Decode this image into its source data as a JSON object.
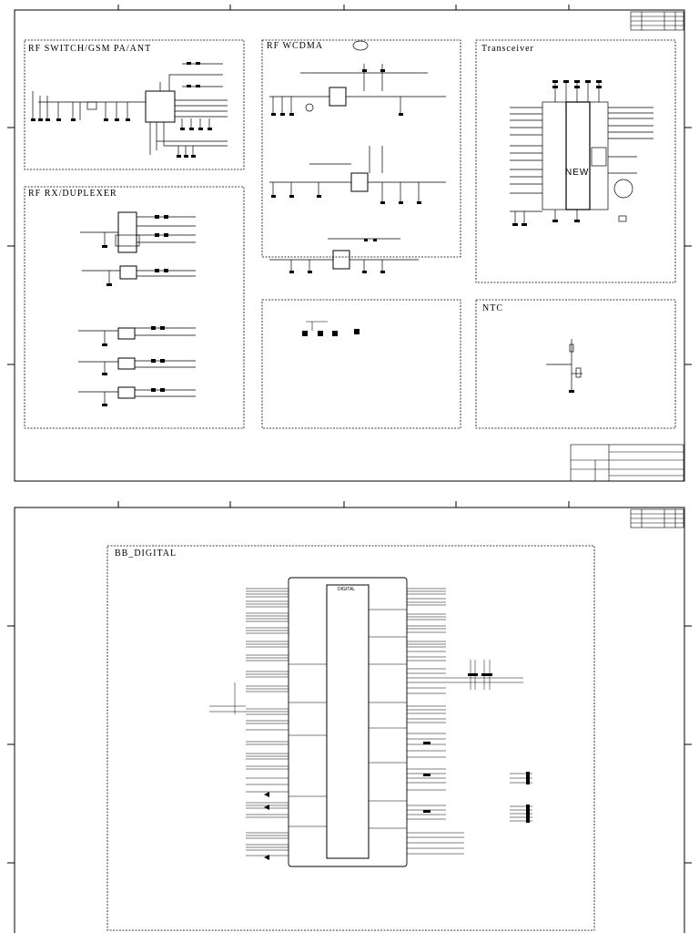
{
  "sheets": [
    {
      "blocks": [
        {
          "title": "RF SWITCH/GSM PA/ANT"
        },
        {
          "title": "RF WCDMA"
        },
        {
          "title": "Transceiver"
        },
        {
          "title": "RF RX/DUPLEXER"
        },
        {
          "title": ""
        },
        {
          "title": "NTC"
        }
      ],
      "transceiver_chip_label": "NEW"
    },
    {
      "blocks": [
        {
          "title": "BB_DIGITAL"
        }
      ],
      "digital_chip_label": "DIGITAL"
    }
  ]
}
